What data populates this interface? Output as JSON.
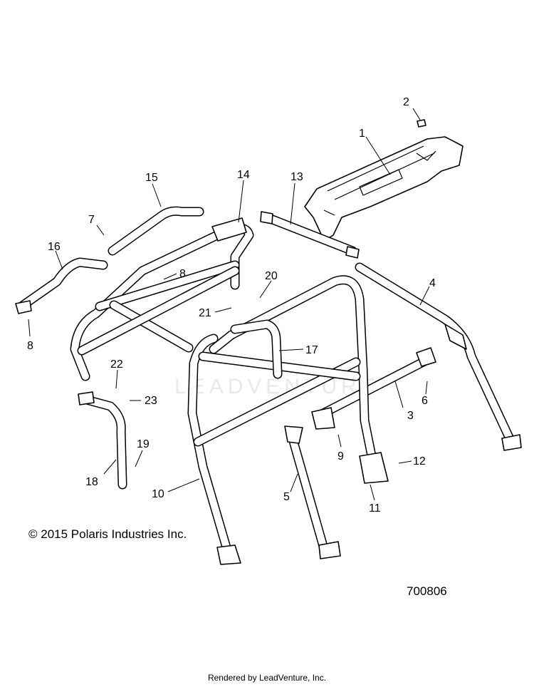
{
  "callouts": [
    "1",
    "2",
    "3",
    "4",
    "5",
    "6",
    "7",
    "8",
    "8",
    "9",
    "10",
    "11",
    "12",
    "13",
    "14",
    "15",
    "16",
    "17",
    "18",
    "19",
    "20",
    "21",
    "22",
    "23"
  ],
  "copyright": "© 2015 Polaris Industries Inc.",
  "figure_number": "700806",
  "watermark": "LEADVENTURE",
  "footer": "Rendered by LeadVenture, Inc."
}
